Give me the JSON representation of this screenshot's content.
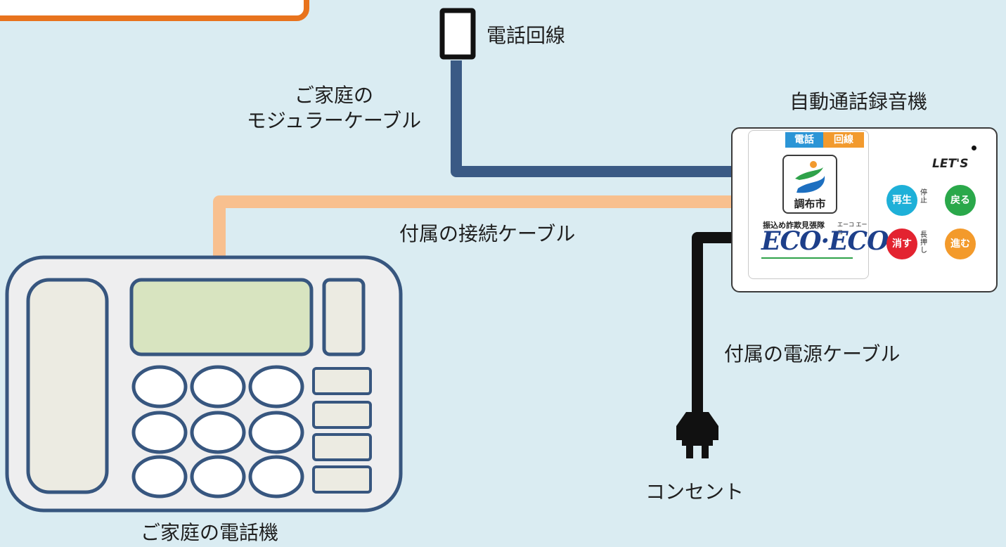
{
  "labels": {
    "phone_line": "電話回線",
    "modular_cable": "ご家庭の\nモジュラーケーブル",
    "device_title": "自動通話録音機",
    "connection_cable": "付属の接続ケーブル",
    "power_cable": "付属の電源ケーブル",
    "outlet": "コンセント",
    "home_phone": "ご家庭の電話機"
  },
  "device": {
    "tab_left": "電話",
    "tab_right": "回線",
    "city": "調布市",
    "brand_small": "振込め詐欺見張隊",
    "brand_small_b": "エーコ エーコ",
    "brand_big": "ECO·ECO",
    "maker": "LET'S",
    "buttons": {
      "play": "再生",
      "back": "戻る",
      "delete": "消す",
      "next": "進む"
    },
    "stop_note": "停止",
    "long_note": "長押し"
  },
  "colors": {
    "background": "#daecf2",
    "phone_cable": "#3a5a85",
    "connection_cable": "#f8c08f",
    "power_cable": "#111111",
    "phone_body": "#eeeeef",
    "phone_outline": "#37567f",
    "phone_display": "#d8e4c0",
    "phone_keys": "#ffffff",
    "phone_side_keys": "#ecebe2",
    "badge_border": "#e8731d"
  }
}
